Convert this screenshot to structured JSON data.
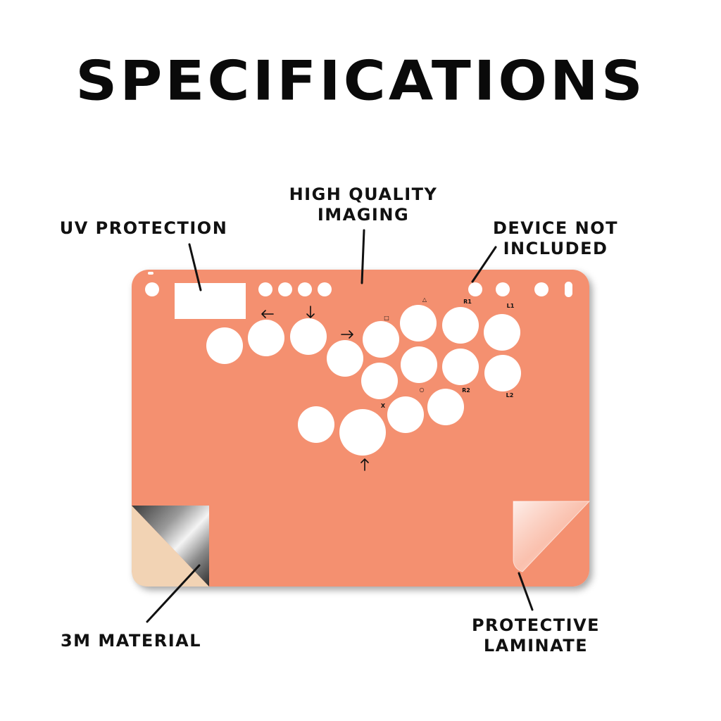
{
  "title": "SPECIFICATIONS",
  "colors": {
    "skin": "#F4906F",
    "peel_backing": "#F2D3B4",
    "text": "#0a0a0a"
  },
  "callouts": {
    "uv_protection": "UV PROTECTION",
    "high_quality_imaging": {
      "line1": "HIGH QUALITY",
      "line2": "IMAGING"
    },
    "device_not_included": {
      "line1": "DEVICE NOT",
      "line2": "INCLUDED"
    },
    "material": "3M MATERIAL",
    "protective_laminate": {
      "line1": "PROTECTIVE",
      "line2": "LAMINATE"
    }
  },
  "button_labels": {
    "square": "□",
    "triangle": "△",
    "circle": "○",
    "cross": "X",
    "r1": "R1",
    "l1": "L1",
    "r2": "R2",
    "l2": "L2"
  }
}
